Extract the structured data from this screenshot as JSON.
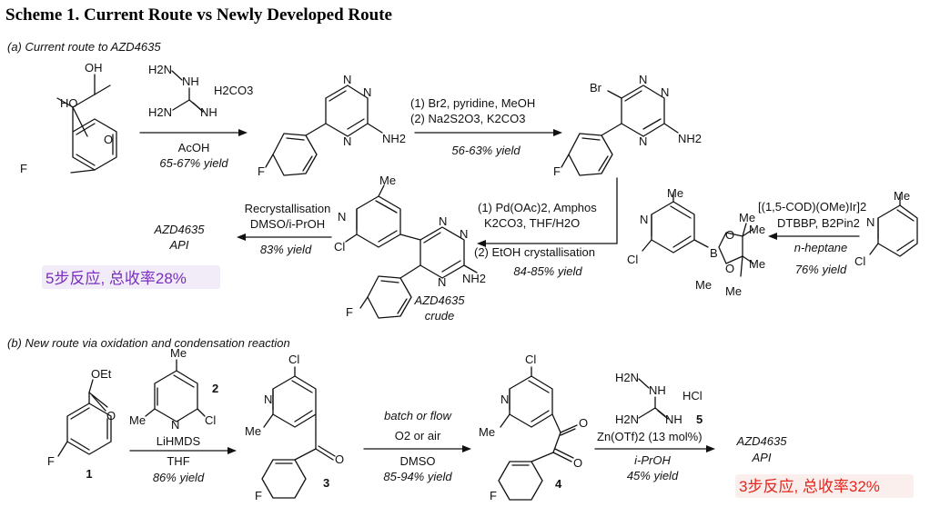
{
  "scheme": {
    "title": "Scheme 1. Current Route vs Newly Developed Route",
    "section_a": "(a) Current route to AZD4635",
    "section_b": "(b) New route via oxidation and condensation reaction"
  },
  "route_a": {
    "step1": {
      "reagent_h2co3": "H2CO3",
      "reagent_atoms": [
        "H2N",
        "NH",
        "H2N",
        "NH"
      ],
      "solvent": "AcOH",
      "yield": "65-67% yield"
    },
    "step2": {
      "line1": "(1) Br2, pyridine, MeOH",
      "line2": "(2) Na2S2O3, K2CO3",
      "yield": "56-63% yield"
    },
    "step_boron": {
      "line1": "[(1,5-COD)(OMe)Ir]2",
      "line2": "DTBBP, B2Pin2",
      "solvent": "n-heptane",
      "yield": "76% yield"
    },
    "step_suzuki": {
      "line1": "(1) Pd(OAc)2, Amphos",
      "line2": "K2CO3, THF/H2O",
      "line3": "(2) EtOH crystallisation",
      "yield": "84-85% yield"
    },
    "step_recryst": {
      "line1": "Recrystallisation",
      "line2": "DMSO/i-PrOH",
      "yield": "83% yield"
    },
    "product": "AZD4635",
    "product_sub": "API",
    "crude_name": "AZD4635",
    "crude_sub": "crude",
    "summary": "5步反应, 总收率28%"
  },
  "route_b": {
    "step1": {
      "compound2": "2",
      "base": "LiHMDS",
      "solvent": "THF",
      "yield": "86% yield"
    },
    "step2": {
      "line1": "batch or flow",
      "line2": "O2 or air",
      "solvent": "DMSO",
      "yield": "85-94% yield"
    },
    "step3": {
      "salt": "HCl",
      "compound5": "5",
      "catalyst": "Zn(OTf)2 (13 mol%)",
      "solvent": "i-PrOH",
      "yield": "45% yield"
    },
    "product": "AZD4635",
    "product_sub": "API",
    "compounds": [
      "1",
      "3",
      "4"
    ],
    "summary": "3步反应, 总收率32%"
  },
  "atoms": {
    "F": "F",
    "Cl": "Cl",
    "Br": "Br",
    "N": "N",
    "O": "O",
    "B": "B",
    "Me": "Me",
    "OEt": "OEt",
    "HO": "HO",
    "OH": "OH",
    "NH2": "NH2",
    "H2N": "H2N",
    "NH": "NH"
  },
  "colors": {
    "summary_a": "#7a2fc0",
    "summary_b": "#e3261c",
    "text": "#111111"
  }
}
